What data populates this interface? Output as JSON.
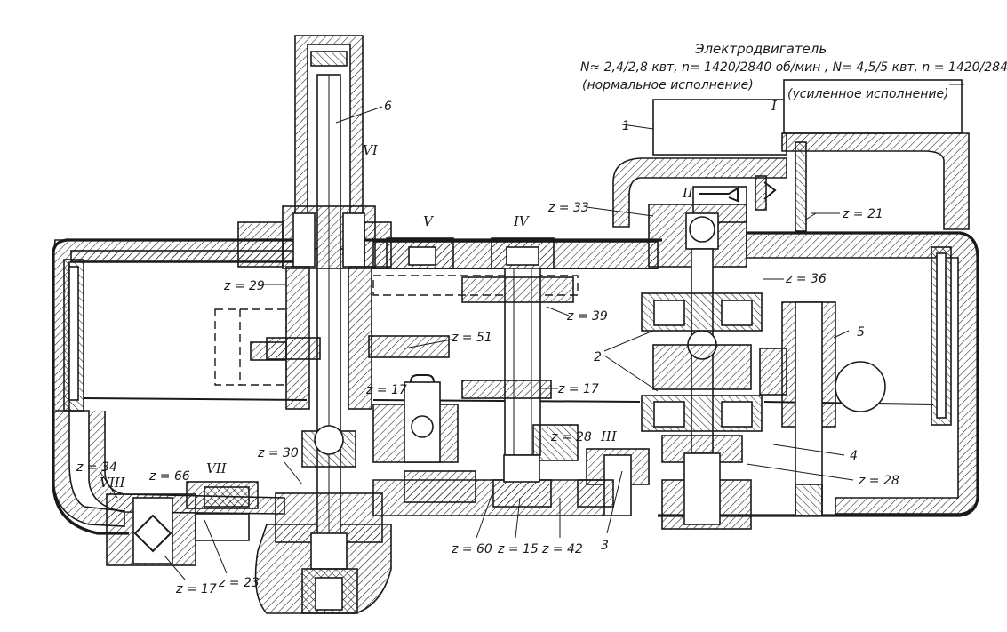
{
  "motor": {
    "title": "Электродвигатель",
    "spec": "N≈ 2,4/2,8 квт, n= 1420/2840 об/мин , N= 4,5/5 квт, n = 1420/2840 об/мин",
    "normal": "(нормальное исполнение)",
    "reinforced": "(усиленное исполнение)"
  },
  "shafts": [
    "I",
    "II",
    "III",
    "IV",
    "V",
    "VI",
    "VII",
    "VIII"
  ],
  "parts": [
    "1",
    "2",
    "3",
    "4",
    "5",
    "6"
  ],
  "gears": {
    "z33": "z = 33",
    "z21": "z = 21",
    "z29": "z = 29",
    "z36": "z = 36",
    "z39": "z = 39",
    "z51": "z = 51",
    "z17a": "z = 17",
    "z17b": "z = 17",
    "z28a": "z = 28",
    "z28b": "z = 28",
    "z30": "z = 30",
    "z34": "z = 34",
    "z66": "z = 66",
    "z60": "z = 60",
    "z15": "z = 15",
    "z42": "z = 42",
    "z17c": "z = 17",
    "z23": "z = 23"
  }
}
